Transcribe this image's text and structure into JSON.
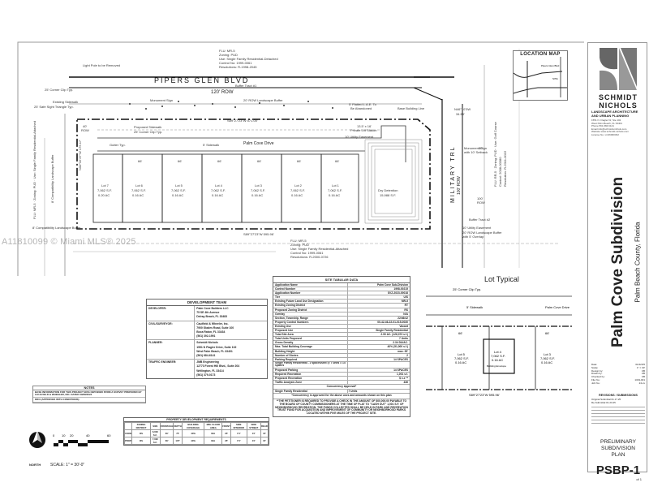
{
  "watermark": "A11810099 © Miami MLS® 2025",
  "title_block": {
    "firm_line1": "SCHMIDT",
    "firm_line2": "NICHOLS",
    "firm_subtitle": "LANDSCAPE ARCHITECTURE AND URBAN PLANNING",
    "firm_address": [
      "1551 N. Flagler Dr, Ste 102",
      "West Palm Beach, FL 33401",
      "Phone 561.684.6141",
      "Email info@schmidt-nichols.com",
      "Website www.schmidt-nichols.com",
      "License No. LC26000332"
    ],
    "project_title": "Palm Cove Subdivision",
    "project_location": "Palm Beach County, Florida",
    "meta": [
      {
        "label": "Date:",
        "value": "01/22/25"
      },
      {
        "label": "Scale:",
        "value": "1\" = 30'"
      },
      {
        "label": "Design by:",
        "value": "CB"
      },
      {
        "label": "Drawn by:",
        "value": "CB"
      },
      {
        "label": "Checked by:",
        "value": "CB"
      },
      {
        "label": "File No.:",
        "value": "1319-001"
      },
      {
        "label": "Job No.:",
        "value": "24-xx"
      }
    ],
    "revisions_title": "REVISIONS / SUBMISSIONS",
    "revisions": [
      "Original Submittal 01.17.25",
      "Re-Submittal 01.23.25"
    ],
    "sheet_name": [
      "PRELIMINARY",
      "SUBDIVISION",
      "PLAN"
    ],
    "sheet_number": "PSBP-1",
    "sheet_of": "of 1"
  },
  "location_map": {
    "title": "LOCATION MAP",
    "labels": [
      "Pipers Glen Blvd",
      "S Military Trl",
      "Jog Rd",
      "SITE"
    ]
  },
  "site_plan": {
    "street_north": "PIPERS GLEN BLVD",
    "street_north_row": "120' ROW",
    "street_east": "MILITARY TRL",
    "street_east_row": "100' ROW",
    "interior_street": "Palm Cove Drive",
    "bearing_north": "S89°27'23\"W  571.00'",
    "bearing_south": "S89°27'23\"W  595.96'",
    "bearing_west": "N00°32'37\"W  175.17'",
    "bearing_ne": "N46°10'3W  34.98'",
    "lots": [
      {
        "name": "Lot 7",
        "area": "7,062 S.F.",
        "acres": "0.20 AC"
      },
      {
        "name": "Lot 6",
        "area": "7,062 S.F.",
        "acres": "0.16 AC"
      },
      {
        "name": "Lot 5",
        "area": "7,062 S.F.",
        "acres": "0.16 AC"
      },
      {
        "name": "Lot 4",
        "area": "7,062 S.F.",
        "acres": "0.16 AC"
      },
      {
        "name": "Lot 3",
        "area": "7,062 S.F.",
        "acres": "0.16 AC"
      },
      {
        "name": "Lot 2",
        "area": "7,062 S.F.",
        "acres": "0.16 AC"
      },
      {
        "name": "Lot 1",
        "area": "7,062 S.F.",
        "acres": "0.16 AC"
      }
    ],
    "lot_width": "66'",
    "lot_depth": "107'",
    "detention": {
      "name": "Dry Detention",
      "area": "15,988 S.F."
    },
    "callouts": [
      "Light Pole to be Removed",
      "25' Corner Clip Typ.",
      "Existing Sidewalk",
      "25' Safe Sight Triangle Typ.",
      "Monument Sign",
      "Buffer Tract #1",
      "ROW Tract",
      "20' ROW Landscape Buffer",
      "Proposed Sidewalk",
      "25' Corner Clip Typ.",
      "5' Sidewalk",
      "Gutter Typ.",
      "5' Platted L.A.E. To Be Abandoned",
      "Base Building Line",
      "13.5' x 16' Private Lift Station",
      "10' Utility Easement",
      "Monument Sign with 10' Setback",
      "Buffer Tract #2",
      "10' Utility Easement",
      "20' ROW Landscape Buffer with 5' Overlap",
      "8' Compatibility Landscape Buffer",
      "40' ROW"
    ],
    "adjacent_north": [
      "FLU: MR-5",
      "Zoning: PUD",
      "Use: Single Family Residential-Detached",
      "Control No: 1999-0061",
      "Resolutions: R-1998-2045"
    ],
    "adjacent_south": [
      "FLU: MR-5",
      "Zoning: PUD",
      "Use: Single Family Residential-Attached",
      "Control No: 1999-0061",
      "Resolutions: R-2000-0726"
    ],
    "adjacent_west": [
      "FLU: MR-5",
      "Zoning: PUD",
      "Use: Single Family Residential-Attached",
      "Control No: 1999-0061",
      "Resolutions: R-2000-0726"
    ],
    "adjacent_east": [
      "FLU: RR-5",
      "Zoning: PUD",
      "Use: Golf Course",
      "Control No: 2008-00380",
      "Resolutions: R-2011-0022"
    ]
  },
  "site_tabular_data": {
    "title": "SITE TABULAR DATA",
    "rows": [
      {
        "k": "Application Name",
        "v": "Palm Cove Sub-Division"
      },
      {
        "k": "Control Number",
        "v": "1998-00215"
      },
      {
        "k": "Application Number",
        "v": "SVZ-2023-00018"
      },
      {
        "k": "Tier",
        "v": "U/S"
      },
      {
        "k": "Existing Future Land Use Designation",
        "v": "MR-5"
      },
      {
        "k": "Existing Zoning District",
        "v": "RT"
      },
      {
        "k": "Proposed Zoning District",
        "v": "RS"
      },
      {
        "k": "Overlay",
        "v": "N/A"
      },
      {
        "k": "Section, Township, Range",
        "v": "22/46/42"
      },
      {
        "k": "Property Control Numbers",
        "v": "00-42-46-22-01-015-0030"
      },
      {
        "k": "Existing Use",
        "v": "Vacant"
      },
      {
        "k": "Proposed Use",
        "v": "Single Family Residential"
      },
      {
        "k": "Total Site Area",
        "v": "2.90 AC. (126,373 s.f.)"
      },
      {
        "k": "Total Units Proposed",
        "v": "7 Units"
      },
      {
        "k": "Gross Density",
        "v": "2.34 DU/AC."
      },
      {
        "k": "Max. Total Building Coverage",
        "v": "40% (51,000 s.f.)"
      },
      {
        "k": "Building Height",
        "v": "max. 35'"
      },
      {
        "k": "Number of Stories",
        "v": "2"
      },
      {
        "k": "Parking Required",
        "v": "14 SPACES"
      },
      {
        "k": "Single Family Residential - 2 spaces/unit @ 7 units = 14 spaces",
        "v": ""
      },
      {
        "k": "Proposed Parking",
        "v": "14 SPACES"
      },
      {
        "k": "Required Recreation",
        "v": "1,001 s.f."
      },
      {
        "k": "Proposed Recreation",
        "v": "$ x.x **"
      },
      {
        "k": "Traffic Analysis Zone",
        "v": "436"
      }
    ],
    "concurrency_title": "Concurrency Approval*",
    "concurrency_row": {
      "k": "Single Family Residential",
      "v": "7 Units"
    },
    "note1": "*Concurrency is approved for the above uses and amounts shown on this plan",
    "note2": "**THE PETITIONER IS REQUIRED TO PROVIDE A CHECK IN THE AMOUNT OF $00,000.00 PAYABLE TO THE BOARD OF COUNTY COMMISSIONERS AT THE TIME OF PLAT TO \"CASH OUT\" 1,001 S.F. OF NEIGHBORHOOD RECREATION. THE FUNDS COLLECTED SHALL BE HELD IN PARK AND RECREATION TRUST FUND FOR ACQUISITION AND IMPROVEMENT OF COMMUNITY OR NEIGHBORHOOD PARKS LOCATED WITHIN FIVE MILES OF THE PROJECT SITE."
  },
  "development_team": {
    "title": "DEVELOPMENT TEAM",
    "members": [
      {
        "role": "DEVELOPER:",
        "lines": [
          "Palm Cove Builders LLC",
          "75 SE 4th Avenue",
          "Delray Beach, FL 33483"
        ]
      },
      {
        "role": "CIVIL/SURVEYOR:",
        "lines": [
          "Caulfield & Wheeler, Inc.",
          "7900 Glades Road, Suite 100",
          "Boca Raton, FL 33434",
          "(561) 392-1991"
        ]
      },
      {
        "role": "PLANNER:",
        "lines": [
          "Schmidt Nichols",
          "1551 N Flagler Drive, Suite 102",
          "West Palm Beach, FL 33401",
          "(561) 684-6141"
        ]
      },
      {
        "role": "TRAFFIC ENGINEER:",
        "lines": [
          "JMB Engineering",
          "12773 Forest Hill Blvd., Suite 204",
          "Wellington, FL 33414",
          "(561) 379-0173"
        ]
      }
    ]
  },
  "notes": {
    "title": "NOTES",
    "items": [
      "BASE INFORMATION FOR THIS PROJECT WAS OBTAINED FROM A SURVEY PREPARED BY CAULFIELD & WHEELER, INC. DATED 09/08/2024",
      "DRO (APPROVED WITH CONDITIONS)"
    ]
  },
  "property_requirements": {
    "title": "PROPERTY DEVELOPMENT REQUIREMENTS",
    "header": [
      "ZONING DISTRICT",
      "SIZE",
      "FRONTAGE",
      "DEPTH",
      "BUILDING COVERAGE",
      "MIN. FLOOR AREA",
      "FRONT",
      "SIDE INTERIOR",
      "SIDE STREET",
      "REAR"
    ],
    "group_headers": [
      "MINIMUM LOT DIMENSIONS",
      "BUILDING SETBACKS"
    ],
    "rows": [
      {
        "label": "CODE",
        "values": [
          "RS",
          "6,000 S.F.",
          "60'",
          "75'",
          "40%",
          "N/A",
          "25'",
          "7.5'",
          "15'",
          "15'"
        ]
      },
      {
        "label": "PROP.",
        "values": [
          "RS",
          "7,062 S.F.",
          "66'",
          "107'",
          "40%",
          "N/A",
          "25'",
          "7.5'",
          "15'",
          "15'"
        ]
      }
    ]
  },
  "scale": {
    "north_label": "NORTH",
    "scale_label": "SCALE: 1\" = 30'-0\"",
    "ticks": [
      "0",
      "10",
      "20",
      "40",
      "60"
    ]
  },
  "lot_typical": {
    "title": "Lot Typical",
    "labels": [
      "25' Corner Clip Typ.",
      "5' Sidewalk",
      "Palm Cove Drive",
      "66'",
      "Building Envelope"
    ],
    "lots": [
      {
        "name": "Lot 5",
        "area": "7,062 S.F.",
        "acres": "0.16 AC"
      },
      {
        "name": "Lot 4",
        "area": "7,062 S.F.",
        "acres": "0.16 AC"
      },
      {
        "name": "Lot 3",
        "area": "7,062 S.F.",
        "acres": "0.16 AC"
      }
    ],
    "bearing": "S89°27'23\"W  595.96'"
  }
}
